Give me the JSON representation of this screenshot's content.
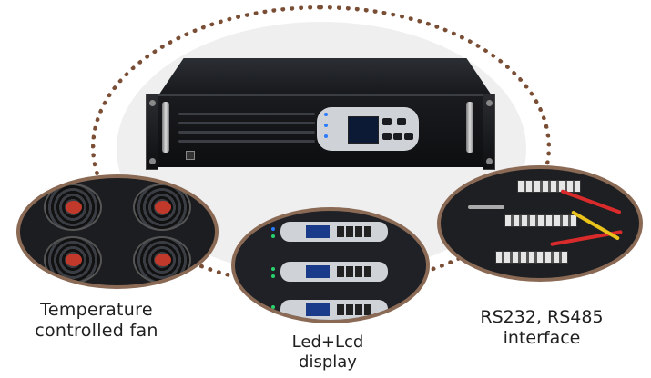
{
  "captions": {
    "fan_line1": "Temperature",
    "fan_line2": "controlled fan",
    "display_line1": "Led+Lcd",
    "display_line2": "display",
    "rs_line1": "RS232, RS485",
    "rs_line2": "interface"
  },
  "colors": {
    "ring": "#7a4e35",
    "unit": "#15171a",
    "panel": "#cfd2d6",
    "lcd": "#1a3b8a",
    "fan_hub": "#c0392b",
    "led_green": "#29d36b",
    "led_blue": "#2a7bff"
  }
}
